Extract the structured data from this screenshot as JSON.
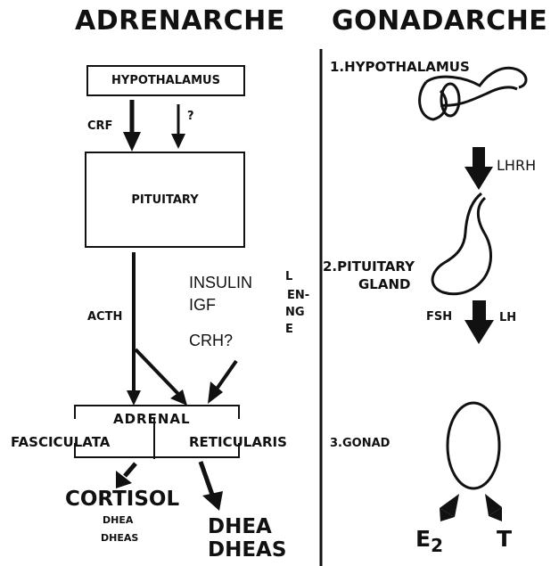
{
  "adrenarche": {
    "title": "ADRENARCHE",
    "hypothalamus": "HYPOTHALAMUS",
    "crf": "CRF",
    "unknown": "?",
    "pituitary": "PITUITARY",
    "acth": "ACTH",
    "insulin": "INSULIN",
    "igf": "IGF",
    "crh": "CRH?",
    "partial_text": [
      "L",
      "EN-",
      "NG",
      "E"
    ],
    "adrenal": "ADRENAL",
    "fasciculata": "FASCICULATA",
    "reticularis": "RETICULARIS",
    "cortisol": "CORTISOL",
    "cortisol_dhea": "DHEA",
    "cortisol_dheas": "DHEAS",
    "dhea": "DHEA",
    "dheas": "DHEAS"
  },
  "gonadarche": {
    "title": "GONADARCHE",
    "hypothalamus": "1.HYPOTHALAMUS",
    "lhrh": "LHRH",
    "pituitary_line1": "2.PITUITARY",
    "pituitary_line2": "GLAND",
    "fsh": "FSH",
    "lh": "LH",
    "gonad": "3.GONAD",
    "e2_base": "E",
    "e2_sub": "2",
    "t": "T"
  }
}
